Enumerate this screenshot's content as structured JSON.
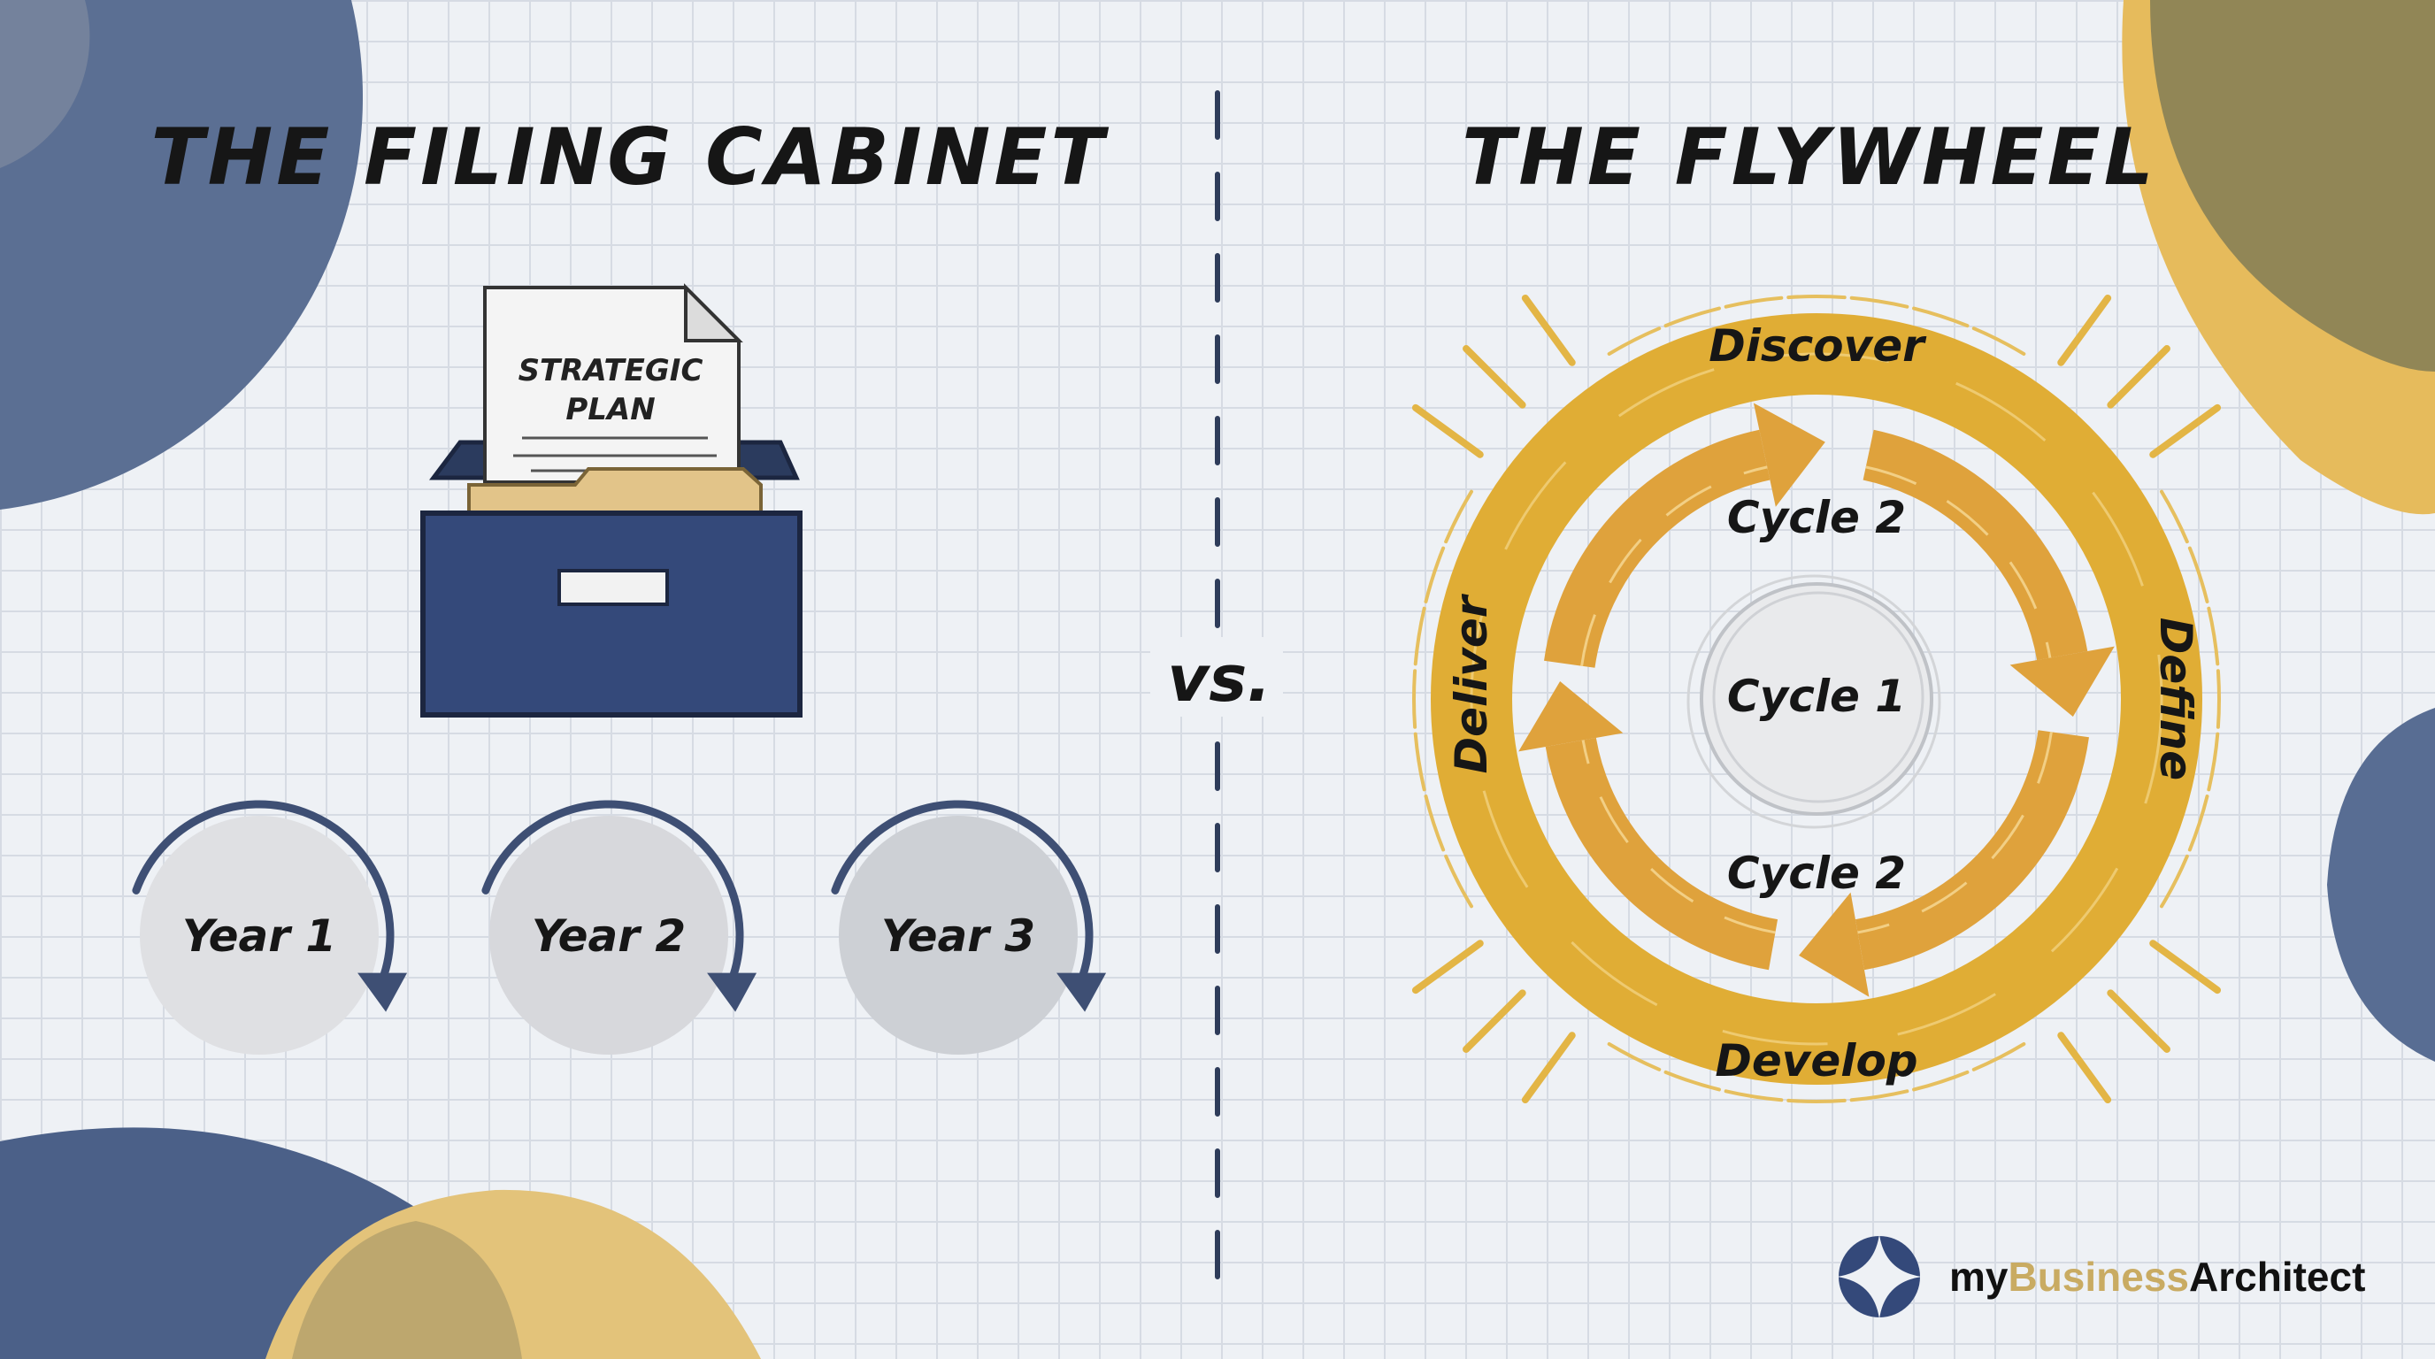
{
  "left": {
    "title": "THE FILING CABINET",
    "document_label_lines": [
      "STRATEGIC",
      "PLAN"
    ],
    "years": [
      "Year 1",
      "Year 2",
      "Year 3"
    ]
  },
  "divider": {
    "label": "vs."
  },
  "right": {
    "title": "THE FLYWHEEL",
    "outer_phases": {
      "top": "Discover",
      "right": "Define",
      "bottom": "Develop",
      "left": "Deliver"
    },
    "inner_labels": {
      "top": "Cycle 2",
      "center": "Cycle 1",
      "bottom": "Cycle 2"
    }
  },
  "logo": {
    "prefix": "my",
    "highlight": "Business",
    "suffix": "Architect"
  },
  "colors": {
    "navy": "#34497a",
    "gold": "#e0ad35",
    "arrow_gold": "#dfa23c",
    "paper": "#f4f4f4",
    "circle_gray": "#d3d5da"
  }
}
